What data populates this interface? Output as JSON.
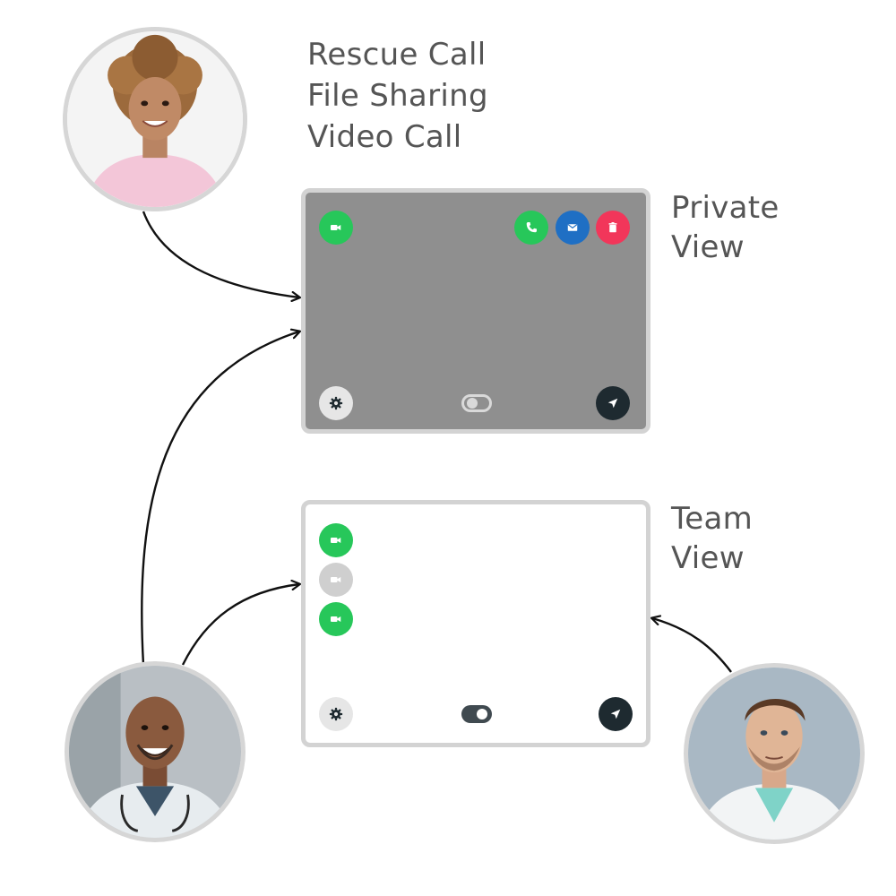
{
  "features": [
    "Rescue Call",
    "File Sharing",
    "Video Call"
  ],
  "private_view": {
    "label_line1": "Private",
    "label_line2": "View",
    "top_left_icons": [
      "video-icon"
    ],
    "top_right_icons": [
      "phone-icon",
      "mail-icon",
      "trash-icon"
    ],
    "bottom_icons": [
      "gear-icon",
      "toggle-off",
      "send-icon"
    ],
    "background": "#8f8f8f"
  },
  "team_view": {
    "label_line1": "Team",
    "label_line2": "View",
    "video_icons": [
      {
        "icon": "video-icon",
        "state": "active"
      },
      {
        "icon": "video-icon",
        "state": "inactive"
      },
      {
        "icon": "video-icon",
        "state": "active"
      }
    ],
    "bottom_icons": [
      "gear-icon",
      "toggle-on",
      "send-icon"
    ]
  },
  "avatars": [
    "patient-woman",
    "doctor-man-left",
    "doctor-man-right"
  ],
  "colors": {
    "green": "#27c75a",
    "blue": "#1f6fc4",
    "red": "#f2365a",
    "dark": "#1e2a30",
    "panel_border": "#d3d3d3",
    "text": "#555555"
  }
}
